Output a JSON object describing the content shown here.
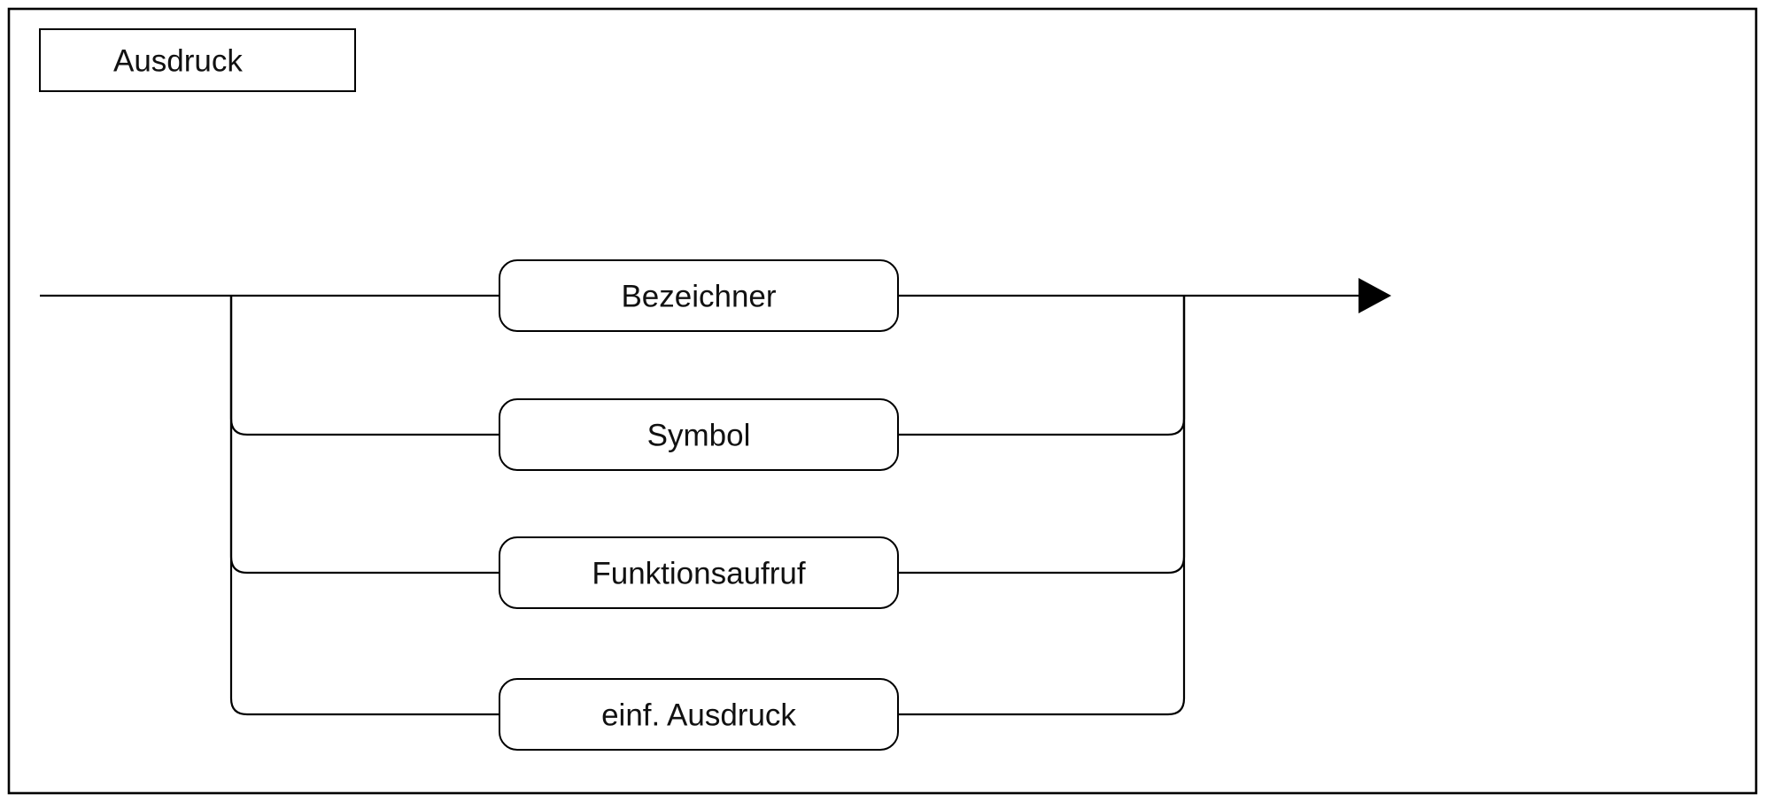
{
  "diagram": {
    "title": "Ausdruck",
    "branches": [
      {
        "label": "Bezeichner"
      },
      {
        "label": "Symbol"
      },
      {
        "label": "Funktionsaufruf"
      },
      {
        "label": "einf. Ausdruck"
      }
    ],
    "colors": {
      "line": "#000000",
      "background": "#ffffff"
    }
  }
}
